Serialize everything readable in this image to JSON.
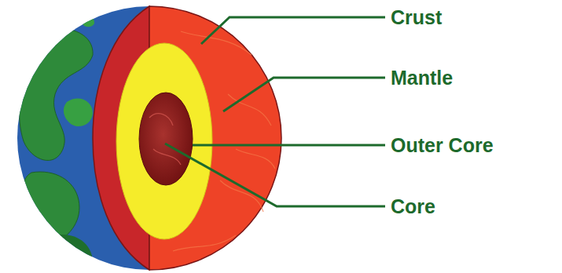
{
  "diagram": {
    "labels": [
      "Crust",
      "Mantle",
      "Outer Core",
      "Core"
    ]
  }
}
